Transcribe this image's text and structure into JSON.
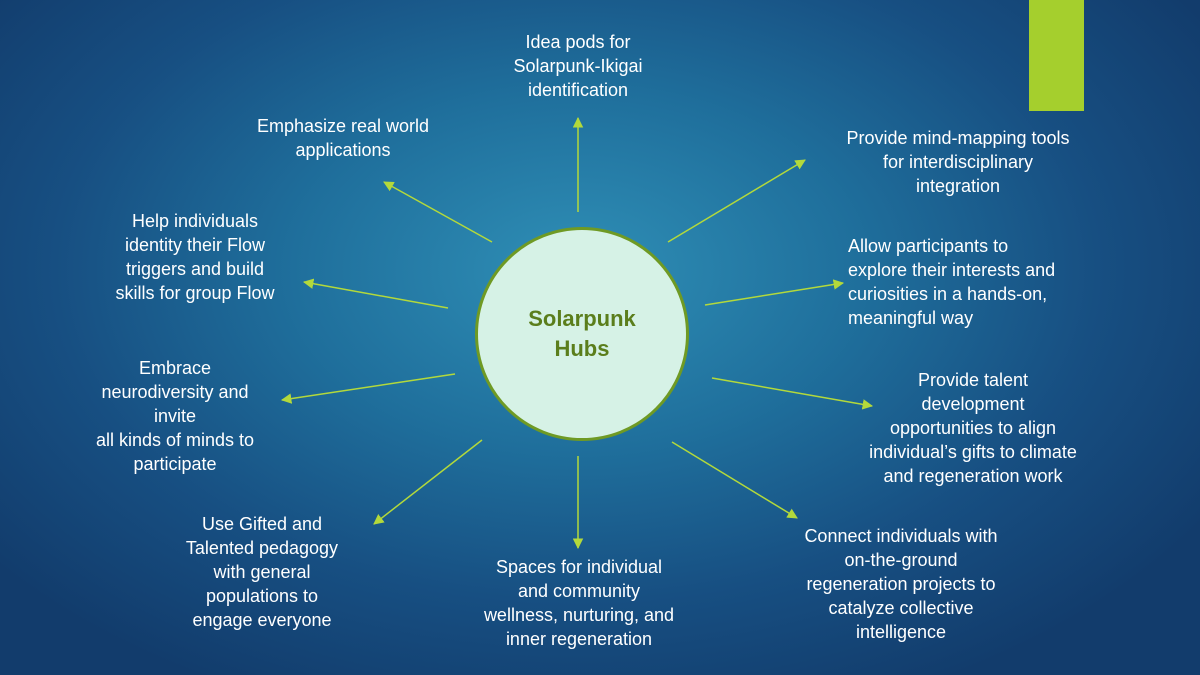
{
  "slide": {
    "accent_color": "#a5cf2d",
    "hub": {
      "label": "Solarpunk\nHubs"
    },
    "arrow_color": "#b3d93b",
    "items": [
      {
        "id": "idea-pods",
        "text": "Idea pods for\nSolarpunk-Ikigai\nidentification"
      },
      {
        "id": "mind-mapping",
        "text": "Provide mind-mapping tools\nfor interdisciplinary\nintegration"
      },
      {
        "id": "explore-interests",
        "text": "Allow participants to\nexplore their interests and\ncuriosities in a hands-on,\nmeaningful way"
      },
      {
        "id": "talent-development",
        "text": "Provide talent\ndevelopment\nopportunities to align\nindividual’s gifts to climate\nand regeneration work"
      },
      {
        "id": "connect-individuals",
        "text": "Connect individuals with\non-the-ground\nregeneration projects to\ncatalyze collective\nintelligence"
      },
      {
        "id": "spaces-wellness",
        "text": "Spaces for individual\nand community\nwellness, nurturing, and\ninner regeneration"
      },
      {
        "id": "gifted-pedagogy",
        "text": "Use Gifted and\nTalented pedagogy\nwith general\npopulations to\nengage everyone"
      },
      {
        "id": "neurodiversity",
        "text": "Embrace\nneurodiversity and\ninvite\nall kinds of minds to\nparticipate"
      },
      {
        "id": "flow-triggers",
        "text": "Help individuals\nidentity their Flow\ntriggers and build\nskills for group Flow"
      },
      {
        "id": "real-world",
        "text": "Emphasize real world\napplications"
      }
    ]
  }
}
